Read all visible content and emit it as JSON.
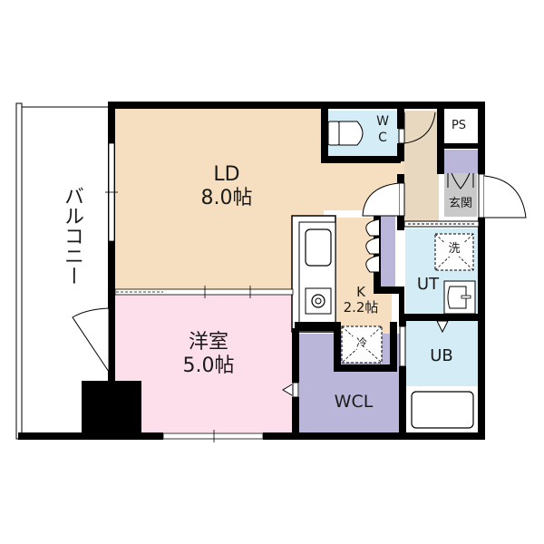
{
  "floorplan": {
    "colors": {
      "wall": "#000000",
      "ld": "#f6dfc0",
      "western_room": "#fcdfea",
      "wet_area": "#d3ecf5",
      "storage": "#b9b6da",
      "entrance": "#c9c9c9",
      "corridor": "#e8d8bf",
      "kitchen_floor": "#f6dfc0",
      "balcony": "#ffffff"
    },
    "rooms": {
      "balcony": {
        "label": "バルコニー"
      },
      "ld": {
        "label": "LD",
        "size": "8.0帖"
      },
      "western_room": {
        "label": "洋室",
        "size": "5.0帖"
      },
      "kitchen": {
        "label": "K",
        "size": "2.2帖"
      },
      "wcl": {
        "label": "WCL"
      },
      "wc": {
        "label_line1": "W",
        "label_line2": "C"
      },
      "ps": {
        "label": "PS"
      },
      "entrance": {
        "label": "玄関"
      },
      "ut": {
        "label": "UT"
      },
      "ub": {
        "label": "UB"
      }
    },
    "fixtures": {
      "washer": {
        "label": "洗"
      },
      "fridge": {
        "label": "冷"
      }
    }
  }
}
